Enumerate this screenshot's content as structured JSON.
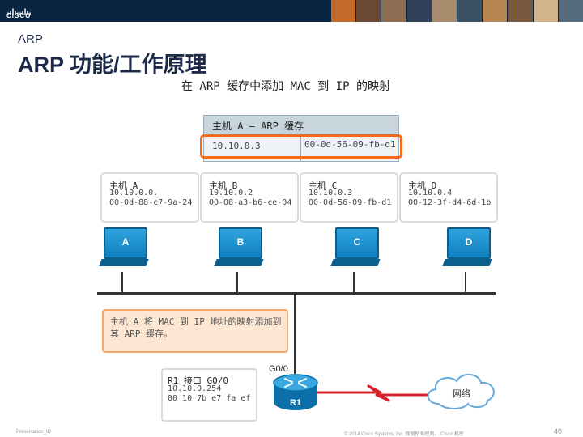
{
  "header": {
    "logo_text": "CISCO",
    "photo_colors": [
      "#c46a2a",
      "#6b4a35",
      "#8c6d52",
      "#2f3f5a",
      "#a88c6d",
      "#3c5066",
      "#b5864f",
      "#7a5a3e",
      "#d2b48c",
      "#566a80"
    ]
  },
  "slide": {
    "section": "ARP",
    "title": "ARP 功能/工作原理",
    "subtitle": "在 ARP 缓存中添加 MAC 到 IP 的映射"
  },
  "arp_cache": {
    "title": "主机 A — ARP 缓存",
    "ip": "10.10.0.3",
    "mac": "00-0d-56-09-fb-d1"
  },
  "hosts": [
    {
      "label": "主机 A",
      "ip": "10.10.0.0.",
      "mac": "00-0d-88-c7-9a-24"
    },
    {
      "label": "主机 B",
      "ip": "10.10.0.2",
      "mac": "00-08-a3-b6-ce-04"
    },
    {
      "label": "主机 C",
      "ip": "10.10.0.3",
      "mac": "00-0d-56-09-fb-d1"
    },
    {
      "label": "主机 D",
      "ip": "10.10.0.4",
      "mac": "00-12-3f-d4-6d-1b"
    }
  ],
  "pcs": [
    "A",
    "B",
    "C",
    "D"
  ],
  "note": "主机 A 将 MAC 到 IP 地址的映射添加到其 ARP 缓存。",
  "router": {
    "title": "R1 接口 G0/0",
    "ip": "10.10.0.254",
    "mac": "00 10 7b e7 fa ef",
    "interface": "G0/0",
    "name": "R1"
  },
  "network_label": "网络",
  "footer": {
    "left": "Presentation_ID",
    "center": "© 2014 Cisco Systems, Inc. 保留所有权利。 Cisco 机密",
    "page": "40"
  }
}
